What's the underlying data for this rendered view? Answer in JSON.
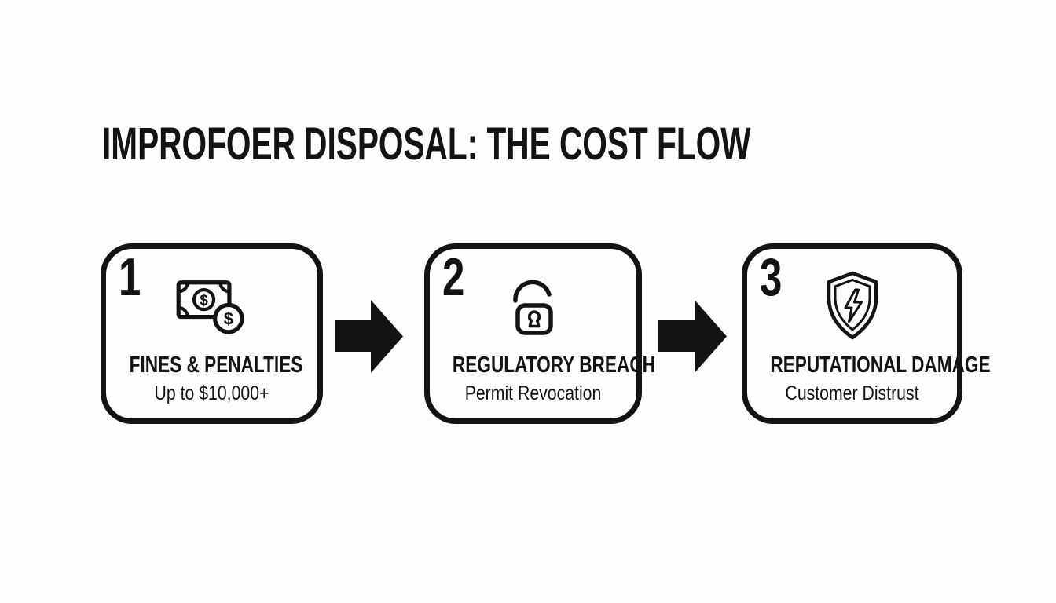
{
  "page": {
    "background_color": "#fdfdfd",
    "ink_color": "#131313"
  },
  "header": {
    "title": "IMPROFOER DISPOSAL: THE COST FLOW"
  },
  "flow": {
    "connector_icon": "arrow-right",
    "currency_symbol": "$",
    "steps": [
      {
        "number": "1",
        "icon": "money-banknote-and-coin",
        "title": "FINES & PENALTIES",
        "subtitle": "Up to $10,000+"
      },
      {
        "number": "2",
        "icon": "open-padlock",
        "title": "REGULATORY BREACH",
        "subtitle": "Permit Revocation"
      },
      {
        "number": "3",
        "icon": "shield-lightning",
        "title": "REPUTATIONAL DAMAGE",
        "subtitle": "Customer Distrust"
      }
    ]
  }
}
